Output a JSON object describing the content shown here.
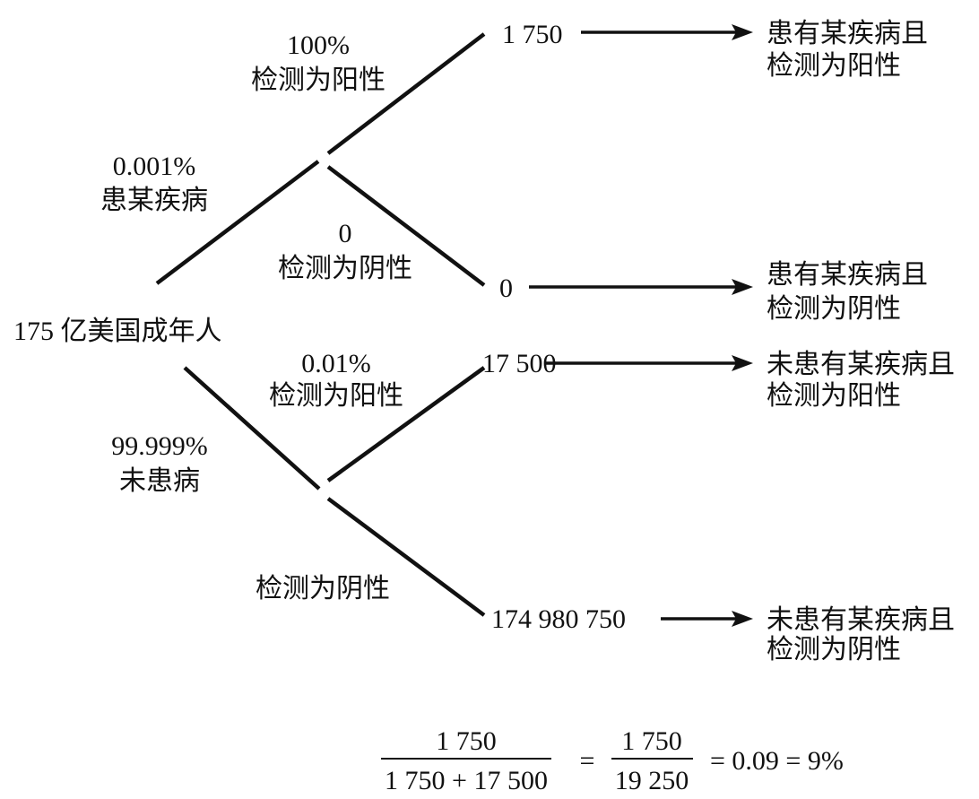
{
  "root": {
    "label": "175 亿美国成年人"
  },
  "branches": {
    "disease": {
      "prob": "0.001%",
      "label": "患某疾病"
    },
    "no_disease": {
      "prob": "99.999%",
      "label": "未患病"
    },
    "disease_positive": {
      "prob": "100%",
      "label": "检测为阳性"
    },
    "disease_negative": {
      "prob": "0",
      "label": "检测为阴性"
    },
    "healthy_positive": {
      "prob": "0.01%",
      "label": "检测为阳性"
    },
    "healthy_negative": {
      "label": "检测为阴性"
    }
  },
  "outcomes": [
    {
      "count": "1 750",
      "line1": "患有某疾病且",
      "line2": "检测为阳性"
    },
    {
      "count": "0",
      "line1": "患有某疾病且",
      "line2": "检测为阴性"
    },
    {
      "count": "17 500",
      "line1": "未患有某疾病且",
      "line2": "检测为阳性"
    },
    {
      "count": "174 980 750",
      "line1": "未患有某疾病且",
      "line2": "检测为阴性"
    }
  ],
  "formula": {
    "frac1_num": "1 750",
    "frac1_den": "1 750 + 17 500",
    "eq": "=",
    "frac2_num": "1 750",
    "frac2_den": "19 250",
    "result": "= 0.09 = 9%"
  }
}
